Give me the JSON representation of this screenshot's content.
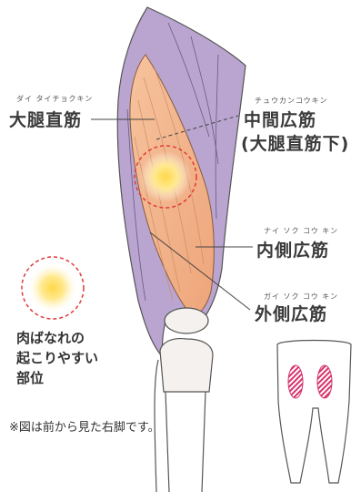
{
  "labels": {
    "rectus_femoris": {
      "ruby": "ダイ タイチョクキン",
      "text": "大腿直筋"
    },
    "vastus_intermedius": {
      "ruby": "チュウカンコウキン",
      "text": "中間広筋",
      "sub": "(大腿直筋下)"
    },
    "vastus_medialis": {
      "ruby": "ナイ ソク コウ キン",
      "text": "内側広筋"
    },
    "vastus_lateralis": {
      "ruby": "ガイ ソク コウ キン",
      "text": "外側広筋"
    }
  },
  "legend": {
    "lines": [
      "肉ばなれの",
      "起こりやすい",
      "部位"
    ]
  },
  "note": "※図は前から見た右脚です。",
  "colors": {
    "purple_muscle": "#b9a5cf",
    "orange_muscle": "#f2b48a",
    "hotspot_red": "#e23a3a",
    "hotspot_yellow": "#ffe066",
    "leg_outline": "#555555",
    "stripe": "#d6336c"
  }
}
